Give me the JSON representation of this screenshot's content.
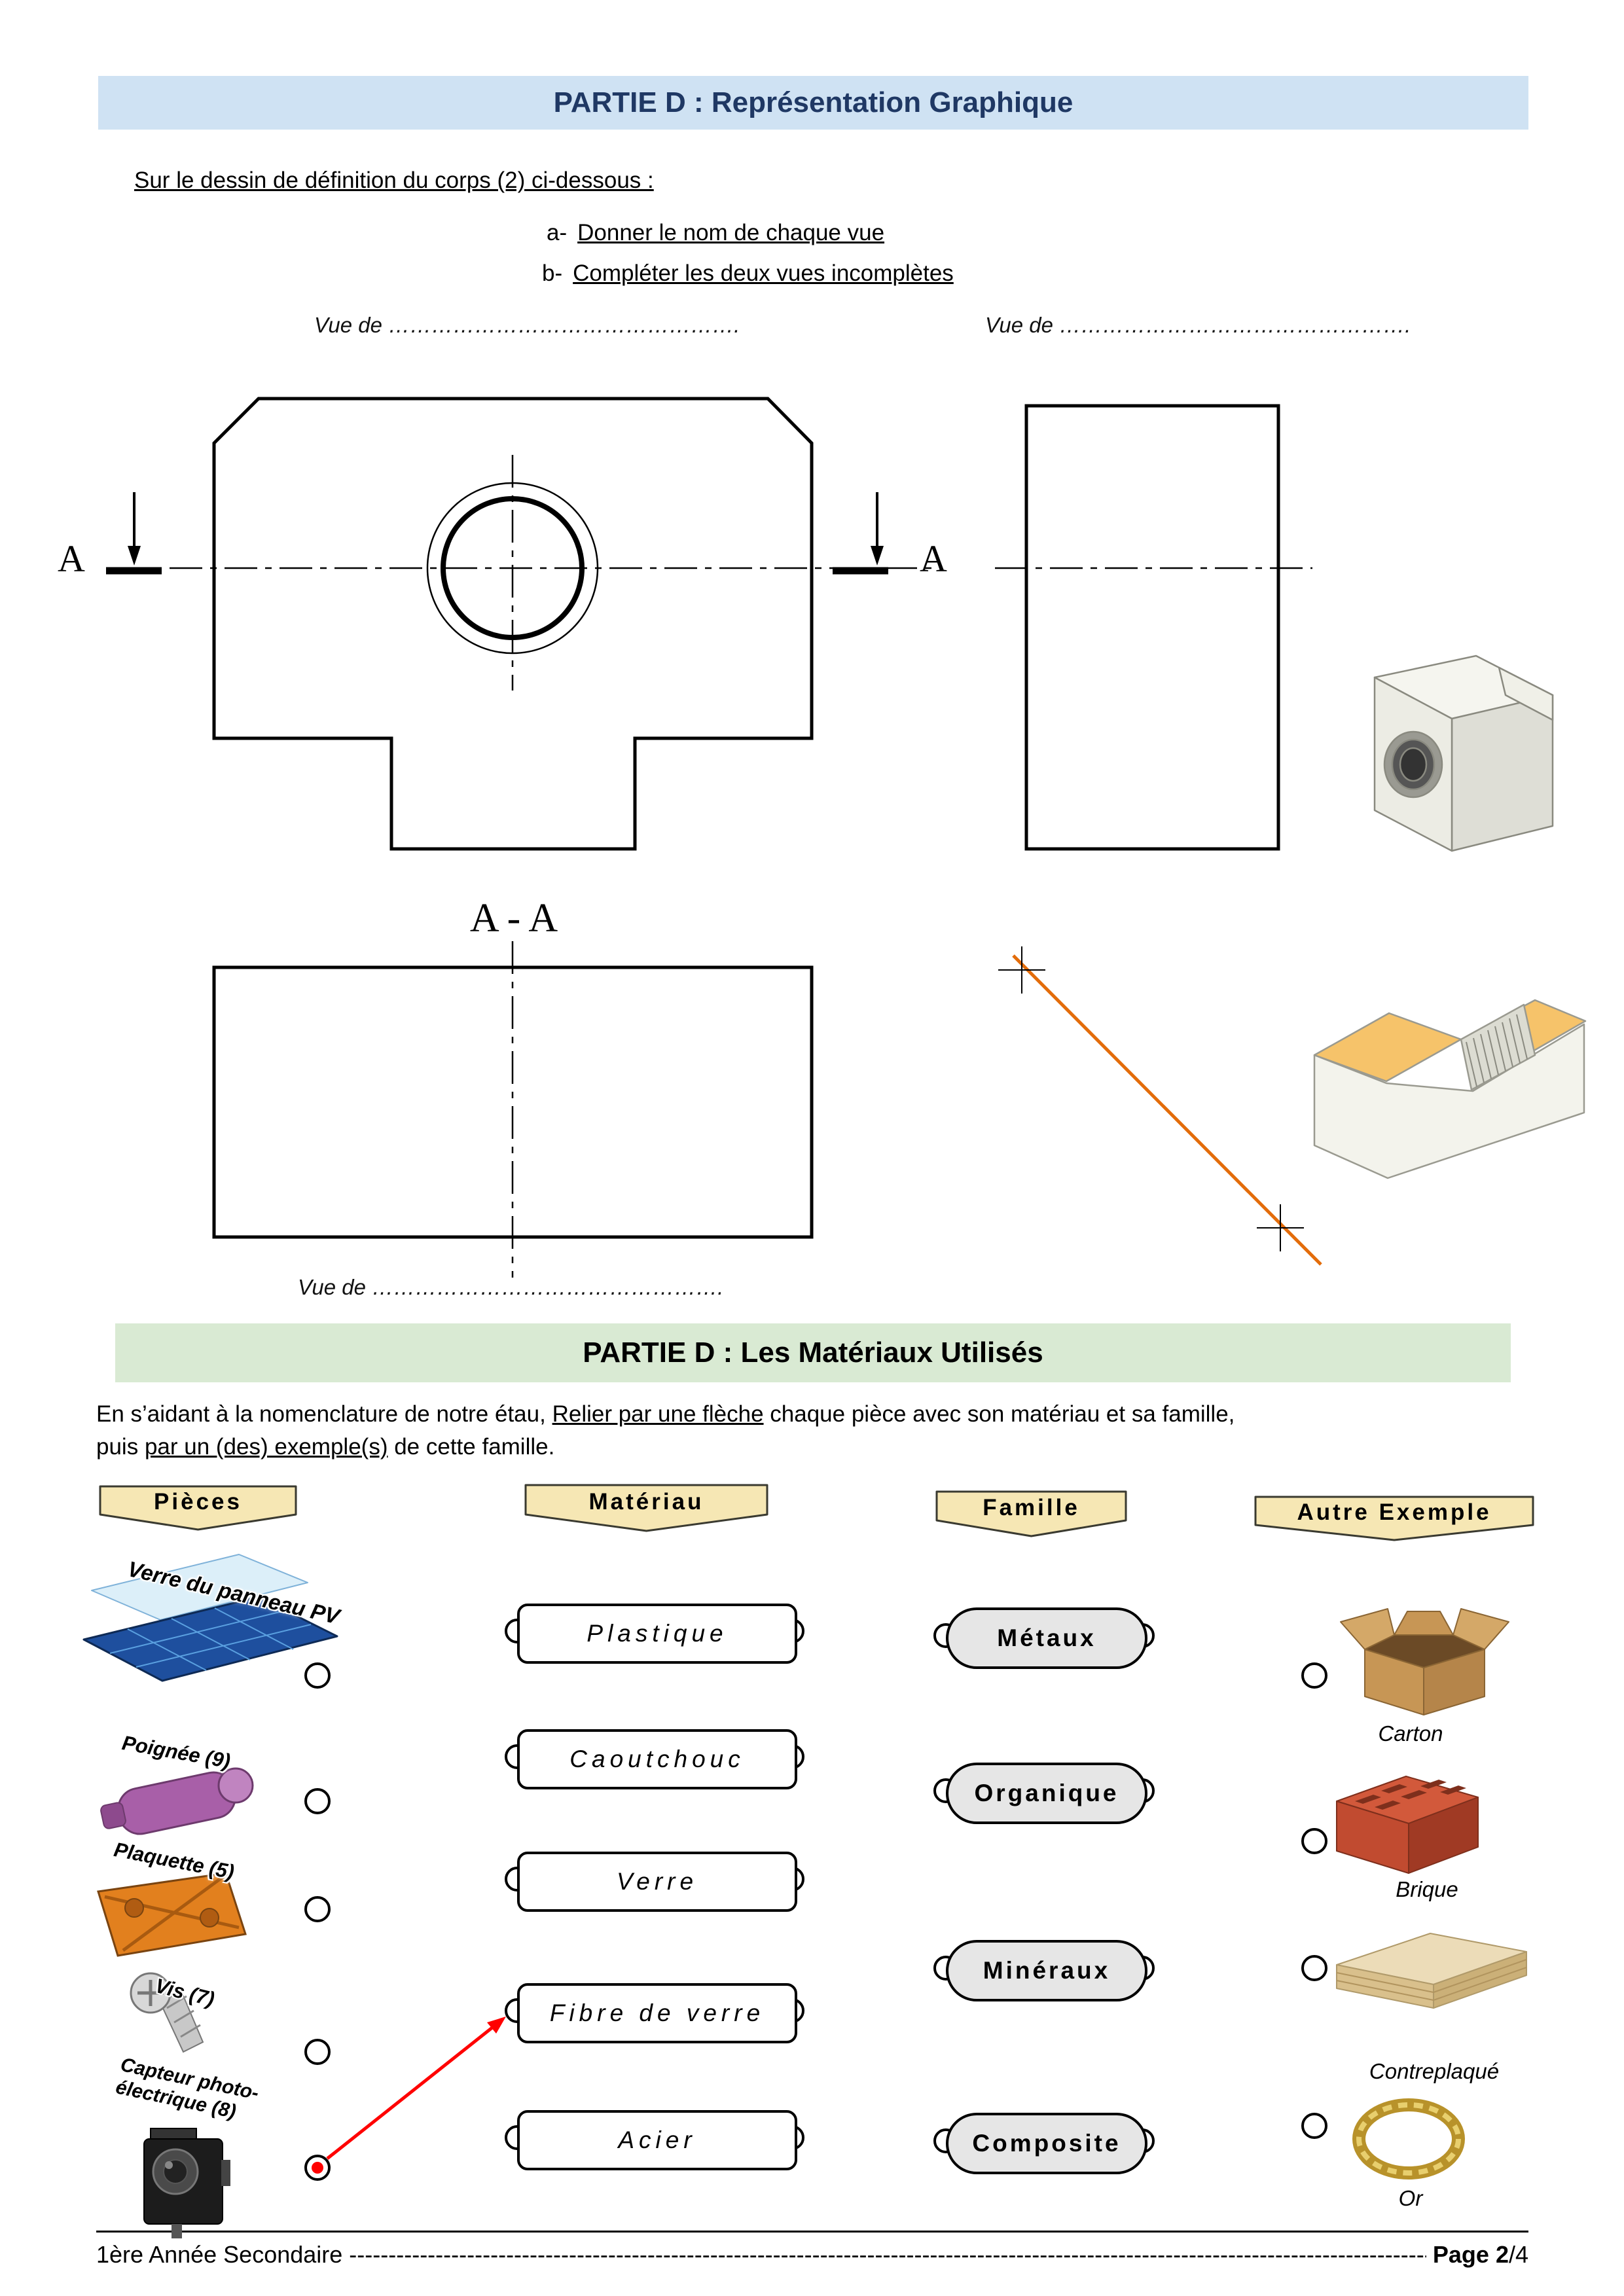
{
  "colors": {
    "header1_bg": "#cfe2f3",
    "header1_text": "#1f3864",
    "header2_bg": "#d9ead3",
    "header2_text": "#000000",
    "banner_bg": "#f6e7b4",
    "famille_bg": "#e6e6e6",
    "section_line": "#e36c0a",
    "arrow": "#ff0000",
    "panel_blue": "#1e4f9e"
  },
  "section1": {
    "title": "PARTIE D : Représentation Graphique"
  },
  "intro": {
    "heading": "Sur le dessin de définition du corps (2) ci-dessous :",
    "a_prefix": "a-",
    "a_text": "Donner le nom de chaque vue",
    "b_prefix": "b-",
    "b_text": "Compléter les deux vues incomplètes"
  },
  "views": {
    "vue1": "Vue de ………………………………………….",
    "vue2": "Vue de ………………………………………….",
    "vue3": "Vue de ………………………………………….",
    "section_label": "A - A",
    "cut_letter_left": "A",
    "cut_letter_right": "A"
  },
  "section2": {
    "title": "PARTIE D : Les Matériaux Utilisés",
    "intro": {
      "p1": "En s’aidant à la nomenclature de notre étau, ",
      "p2": "Relier par une flèche",
      "p3": " chaque pièce avec son matériau et sa famille,",
      "p4": "puis ",
      "p5": "par un (des) exemple(s)",
      "p6": " de cette famille."
    }
  },
  "columns": {
    "pieces": {
      "header": "Pièces",
      "items": [
        "Verre du panneau PV",
        "Poignée (9)",
        "Plaquette (5)",
        "Vis (7)",
        "Capteur photo-électrique (8)"
      ]
    },
    "materiau": {
      "header": "Matériau",
      "items": [
        "Plastique",
        "Caoutchouc",
        "Verre",
        "Fibre de verre",
        "Acier"
      ]
    },
    "famille": {
      "header": "Famille",
      "items": [
        "Métaux",
        "Organique",
        "Minéraux",
        "Composite"
      ]
    },
    "exemples": {
      "header": "Autre Exemple",
      "items": [
        "Carton",
        "Brique",
        "Contreplaqué",
        "Or"
      ]
    }
  },
  "footer": {
    "left": "1ère Année Secondaire",
    "dashes": "--------------------------------------------------------------------------------------------------------------------------------------------",
    "page": "Page 2",
    "of": "/4"
  }
}
